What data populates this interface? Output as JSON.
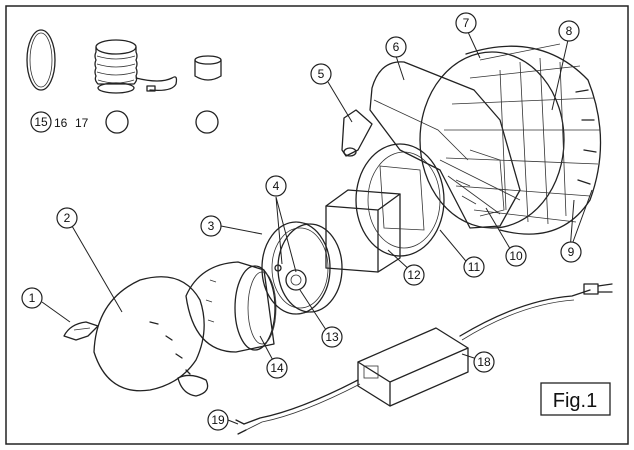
{
  "figure": {
    "label": "Fig.1"
  },
  "callouts": {
    "c1": "1",
    "c2": "2",
    "c3": "3",
    "c4": "4",
    "c5": "5",
    "c6": "6",
    "c7": "7",
    "c8": "8",
    "c9": "9",
    "c10": "10",
    "c11": "11",
    "c12": "12",
    "c13": "13",
    "c14": "14",
    "c15": "15",
    "c16": "16",
    "c17": "17",
    "c18": "18",
    "c19": "19"
  }
}
